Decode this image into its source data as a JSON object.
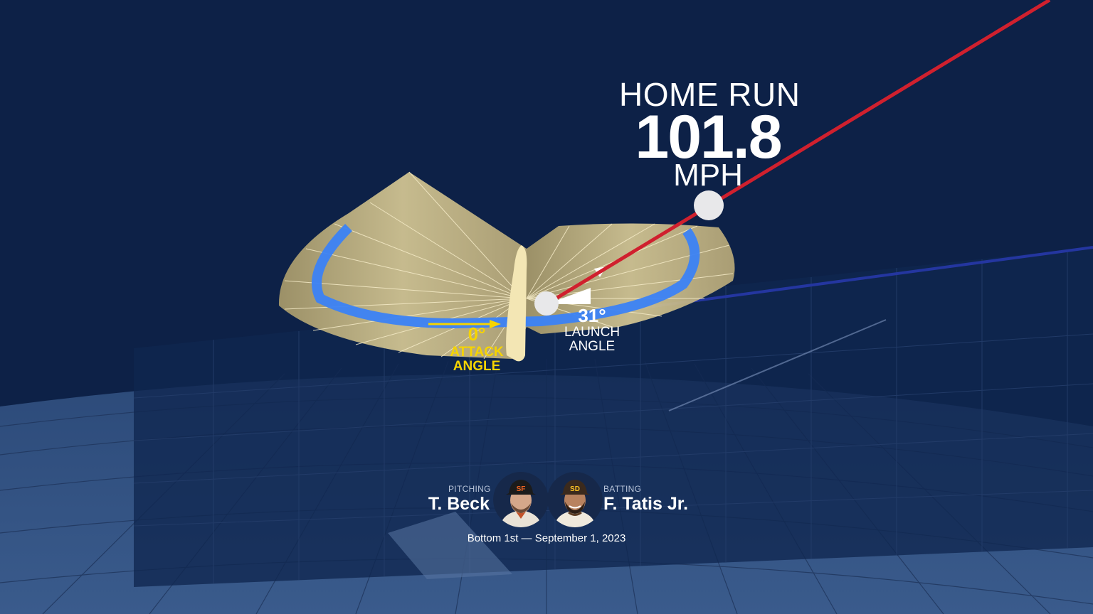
{
  "hit": {
    "result": "HOME RUN",
    "exit_velocity": "101.8",
    "exit_velocity_unit": "MPH"
  },
  "attack_angle": {
    "value": "0°",
    "label_line1": "ATTACK",
    "label_line2": "ANGLE"
  },
  "launch_angle": {
    "value": "31°",
    "label_line1": "LAUNCH",
    "label_line2": "ANGLE"
  },
  "pitcher": {
    "role": "PITCHING",
    "name": "T. Beck",
    "team_cap_icon": "sf-giants-cap-icon"
  },
  "batter": {
    "role": "BATTING",
    "name": "F. Tatis Jr.",
    "team_cap_icon": "sd-padres-cap-icon"
  },
  "game": {
    "info": "Bottom 1st — September 1, 2023"
  },
  "colors": {
    "background": "#0d2147",
    "trajectory": "#d0202e",
    "attack_angle": "#f6d400",
    "swing_path": "#3b82f6",
    "bat": "#f3e6b4"
  }
}
